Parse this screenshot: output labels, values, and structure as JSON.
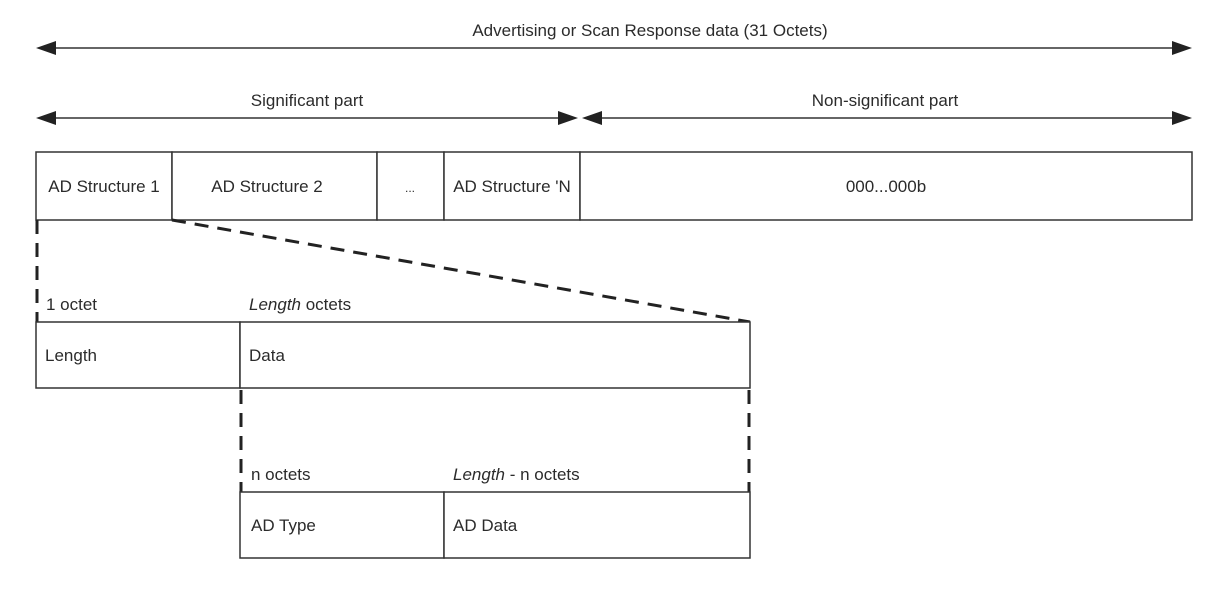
{
  "labels": {
    "top_span": "Advertising or Scan Response data (31 Octets)",
    "significant": "Significant part",
    "non_significant": "Non-significant part",
    "one_octet": "1 octet",
    "length_octets_em": "Length",
    "length_octets_rest": " octets",
    "n_octets": "n octets",
    "length_n_em": "Length",
    "length_n_rest": " - n octets"
  },
  "row1": {
    "cells": [
      "AD Structure 1",
      "AD Structure 2",
      "...",
      "AD Structure 'N",
      "000...000b"
    ]
  },
  "row2": {
    "cells": [
      "Length",
      "Data"
    ]
  },
  "row3": {
    "cells": [
      "AD Type",
      "AD Data"
    ]
  }
}
